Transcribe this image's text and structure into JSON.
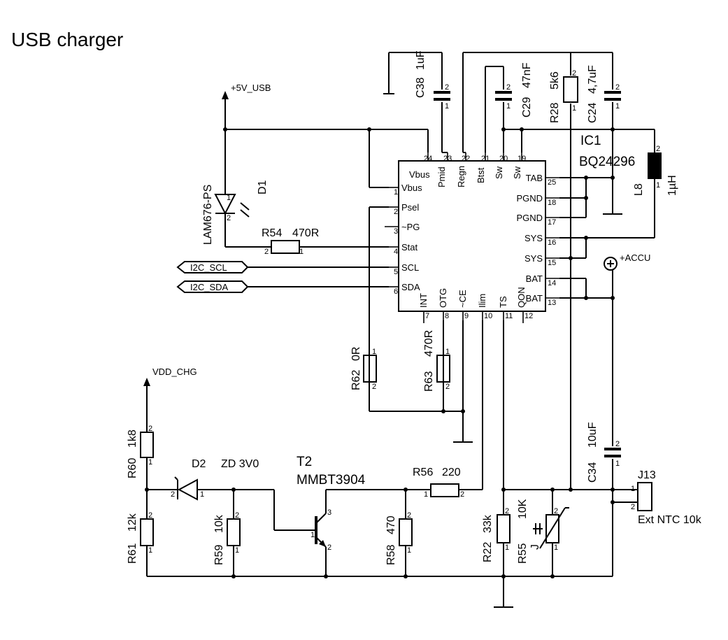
{
  "title": "USB charger",
  "ic1": {
    "ref": "IC1",
    "part": "BQ24296",
    "top_pins": [
      {
        "num": "24",
        "name": "Vbus"
      },
      {
        "num": "23",
        "name": "Pmid"
      },
      {
        "num": "22",
        "name": "Regn"
      },
      {
        "num": "21",
        "name": "Btst"
      },
      {
        "num": "20",
        "name": "Sw"
      },
      {
        "num": "19",
        "name": "Sw"
      }
    ],
    "left_pins": [
      {
        "num": "1",
        "name": "Vbus"
      },
      {
        "num": "2",
        "name": "Psel"
      },
      {
        "num": "3",
        "name": "~PG"
      },
      {
        "num": "4",
        "name": "Stat"
      },
      {
        "num": "5",
        "name": "SCL"
      },
      {
        "num": "6",
        "name": "SDA"
      }
    ],
    "right_pins": [
      {
        "num": "25",
        "name": "TAB"
      },
      {
        "num": "18",
        "name": "PGND"
      },
      {
        "num": "17",
        "name": "PGND"
      },
      {
        "num": "16",
        "name": "SYS"
      },
      {
        "num": "15",
        "name": "SYS"
      },
      {
        "num": "14",
        "name": "BAT"
      },
      {
        "num": "13",
        "name": "BAT"
      }
    ],
    "bottom_pins": [
      {
        "num": "7",
        "name": "INT"
      },
      {
        "num": "8",
        "name": "OTG"
      },
      {
        "num": "9",
        "name": "~CE"
      },
      {
        "num": "10",
        "name": "Ilim"
      },
      {
        "num": "11",
        "name": "TS"
      },
      {
        "num": "12",
        "name": "QON"
      }
    ]
  },
  "nets": {
    "usb": "+5V_USB",
    "accu": "+ACCU",
    "vdd": "VDD_CHG",
    "scl": "I2C_SCL",
    "sda": "I2C_SDA"
  },
  "parts": {
    "c38": {
      "ref": "C38",
      "value": "1uF"
    },
    "c29": {
      "ref": "C29",
      "value": "47nF"
    },
    "r28": {
      "ref": "R28",
      "value": "5k6"
    },
    "c24": {
      "ref": "C24",
      "value": "4,7uF"
    },
    "l8": {
      "ref": "L8",
      "value": "1µH"
    },
    "d1": {
      "ref": "D1",
      "value": "LAM676-PS"
    },
    "r54": {
      "ref": "R54",
      "value": "470R"
    },
    "r62": {
      "ref": "R62",
      "value": "0R"
    },
    "r63": {
      "ref": "R63",
      "value": "470R"
    },
    "r60": {
      "ref": "R60",
      "value": "1k8"
    },
    "r61": {
      "ref": "R61",
      "value": "12k"
    },
    "d2": {
      "ref": "D2",
      "value": "ZD 3V0"
    },
    "r59": {
      "ref": "R59",
      "value": "10k"
    },
    "t2": {
      "ref": "T2",
      "value": "MMBT3904"
    },
    "r56": {
      "ref": "R56",
      "value": "220"
    },
    "r58": {
      "ref": "R58",
      "value": "470"
    },
    "r22": {
      "ref": "R22",
      "value": "33k"
    },
    "r55": {
      "ref": "R55",
      "value": "10K"
    },
    "r55_type": "J",
    "c34": {
      "ref": "C34",
      "value": "10uF"
    },
    "j13": {
      "ref": "J13",
      "value": "Ext NTC 10k"
    }
  },
  "pin_numbers": {
    "one": "1",
    "two": "2",
    "three": "3"
  }
}
